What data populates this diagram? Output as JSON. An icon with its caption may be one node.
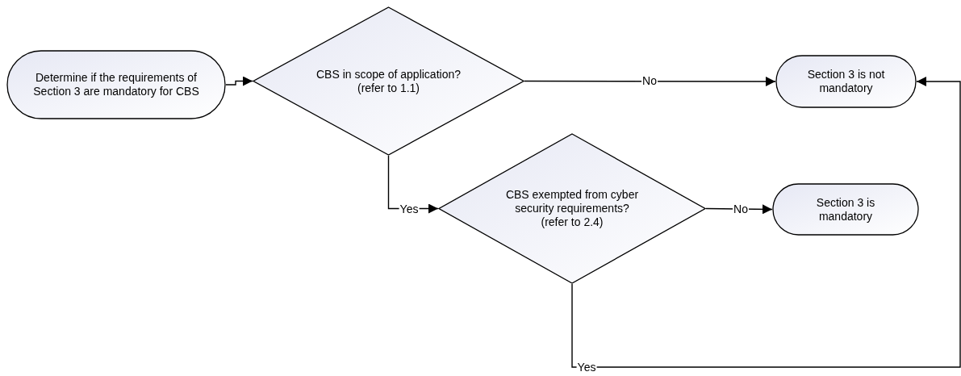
{
  "diagram": {
    "nodes": [
      {
        "text": [
          "Determine if the requirements of Section 3 are mandatory for CBS"
        ]
      },
      {
        "text": [
          "CBS in scope of application?",
          "(refer to 1.1)"
        ]
      },
      {
        "text": [
          "Section 3 is not mandatory"
        ]
      },
      {
        "text": [
          "CBS exempted from cyber security requirements?",
          "(refer to 2.4)"
        ]
      },
      {
        "text": [
          "Section 3 is mandatory"
        ]
      }
    ],
    "edges": [
      {
        "from": 0,
        "to": 1,
        "arrow": "to"
      },
      {
        "from": 1,
        "to": 2,
        "arrow": "to",
        "label": "No"
      },
      {
        "from": 1,
        "to": 3,
        "arrow": "to",
        "label": "Yes"
      },
      {
        "from": 3,
        "to": 4,
        "arrow": "to",
        "label": "No"
      },
      {
        "from": 3,
        "to": 2,
        "arrow": "to",
        "label": "Yes"
      }
    ]
  }
}
